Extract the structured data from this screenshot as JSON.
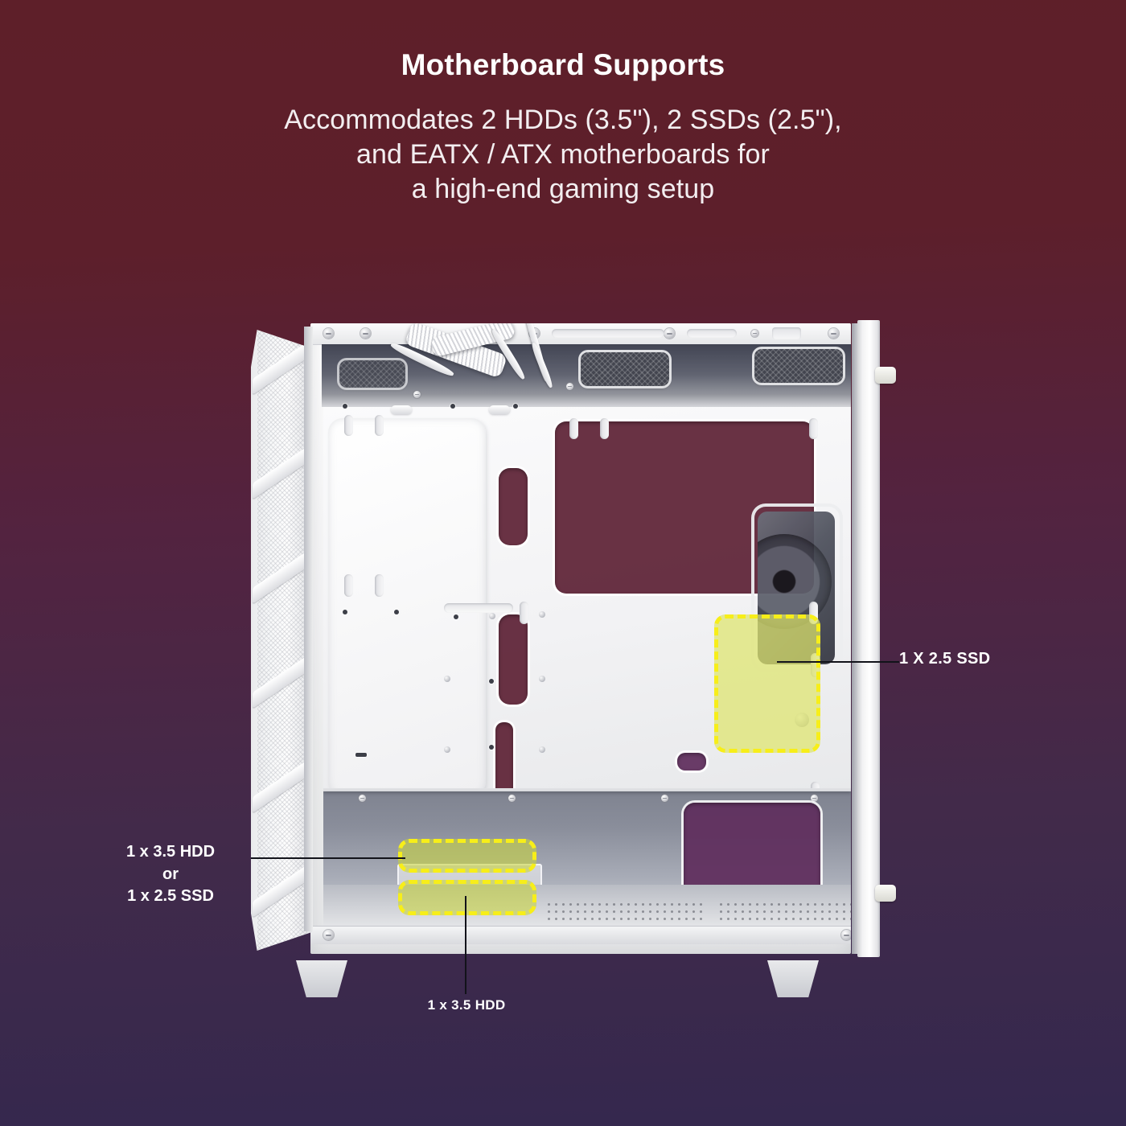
{
  "header": {
    "title": "Motherboard Supports",
    "subtitle_lines": [
      "Accommodates 2 HDDs (3.5\"), 2 SSDs (2.5\"),",
      "and EATX / ATX motherboards for",
      "a high-end gaming setup"
    ]
  },
  "product": {
    "name": "white-mid-tower-pc-case",
    "view": "side interior with panel removed"
  },
  "callouts": {
    "ssd_right": {
      "label": "1 X 2.5 SSD",
      "target": "2.5-inch ssd mounting bracket on motherboard tray"
    },
    "hdd_left": {
      "line1": "1 x   3.5 HDD",
      "line2": "or",
      "line3": "1 x 2.5 SSD",
      "target": "upper drive bay in psu shroud"
    },
    "hdd_bottom": {
      "label": "1 x 3.5 HDD",
      "target": "lower drive bay in psu shroud"
    }
  },
  "colors": {
    "background_top": "#5E1F29",
    "background_bottom": "#34284E",
    "highlight_fill": "#DEE46C",
    "highlight_border": "#F7EE19",
    "text": "#FFFFFF",
    "leader_line": "#12131A",
    "case_body": "#F4F4F5"
  }
}
